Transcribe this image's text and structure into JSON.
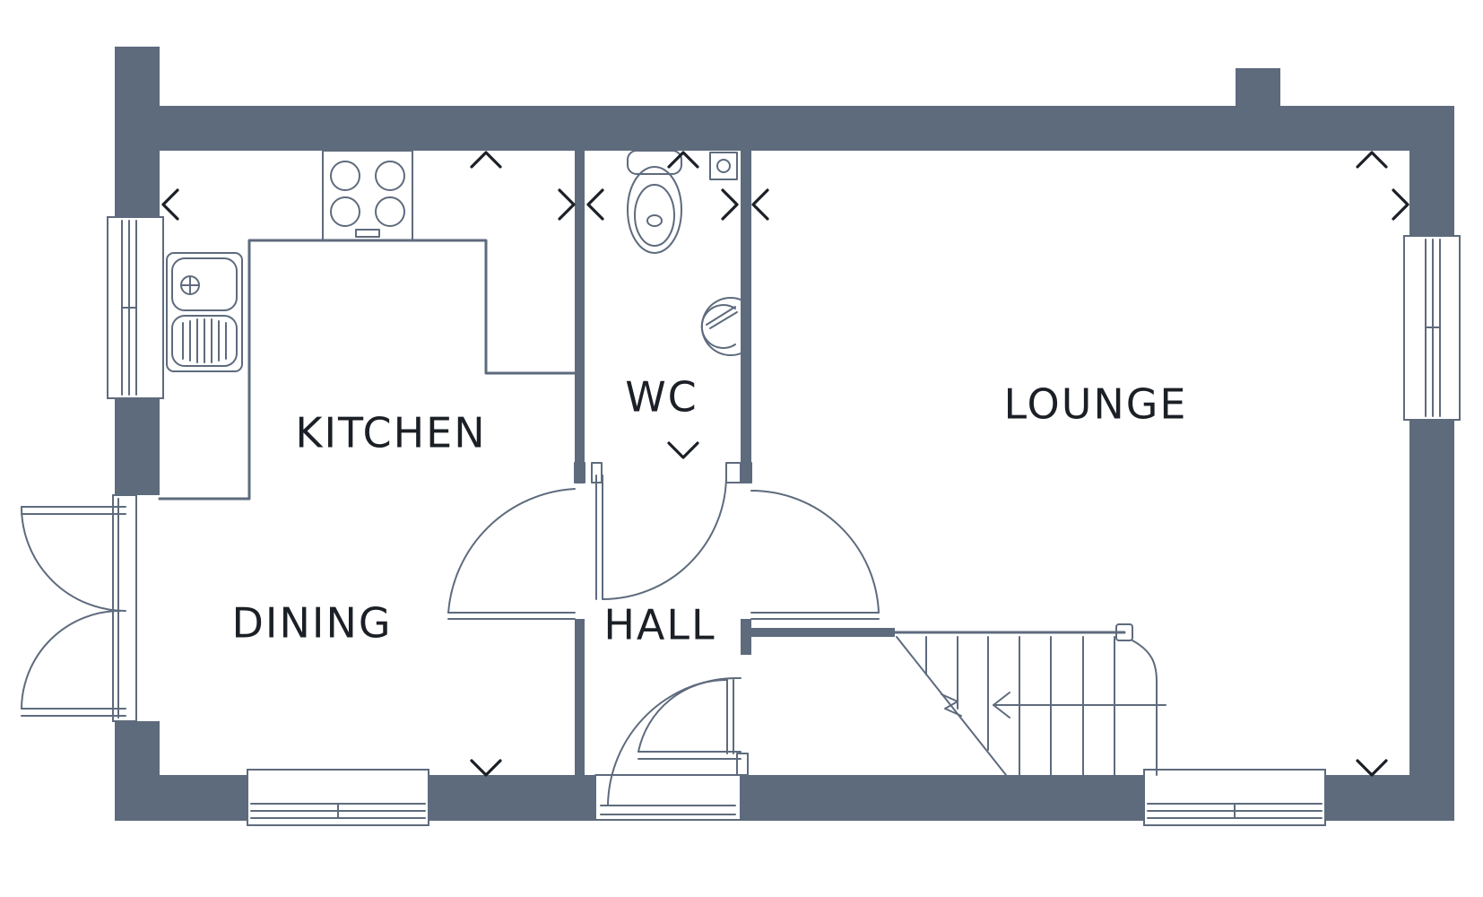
{
  "plan": {
    "colors": {
      "wall": "#5e6b7d",
      "line": "#5e6b7d",
      "text": "#1b1f26",
      "background": "#ffffff"
    },
    "rooms": {
      "kitchen": "KITCHEN",
      "dining": "DINING",
      "wc": "WC",
      "hall": "HALL",
      "lounge": "LOUNGE"
    }
  }
}
